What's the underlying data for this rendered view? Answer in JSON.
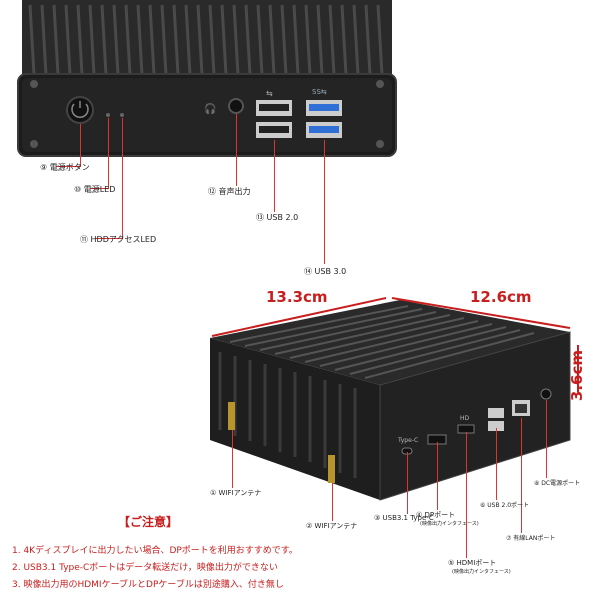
{
  "callouts": {
    "power_button": "⑨ 電源ボタン",
    "power_led": "⑩ 電源LED",
    "hdd_led": "⑪ HDDアクセスLED",
    "audio": "⑫ 音声出力",
    "usb20_front": "⑬ USB 2.0",
    "usb30_front": "⑭ USB 3.0",
    "wifi1": "① WIFIアンテナ",
    "wifi2": "② WIFIアンテナ",
    "typec": "③ USB3.1 Type-C",
    "dp": "④ DPポート",
    "dp_sub": "(映像出力インタフェース)",
    "hdmi": "⑤ HDMIポート",
    "hdmi_sub": "(映像出力インタフェース)",
    "usb20_back": "⑥ USB 2.0ポート",
    "lan": "⑦ 有線LANポート",
    "dc": "⑧ DC電源ポート"
  },
  "dimensions": {
    "width": "13.3cm",
    "depth": "12.6cm",
    "height": "3.6cm"
  },
  "panel_labels": {
    "ss": "SS⇆",
    "typec": "Type-C",
    "hd": "HD"
  },
  "notes": {
    "title": "【ご注意】",
    "items": [
      "1. 4Kディスプレイに出力したい場合、DPポートを利用おすすめです。",
      "2. USB3.1 Type-Cポートはデータ転送だけ，映像出力ができない",
      "3. 映像出力用のHDMIケーブルとDPケーブルは別途購入、付き無し"
    ]
  },
  "colors": {
    "accent": "#c81e1e",
    "leader": "#dd3333",
    "chassis": "#1c1c1c",
    "usb3_blue": "#2f6fd6"
  }
}
